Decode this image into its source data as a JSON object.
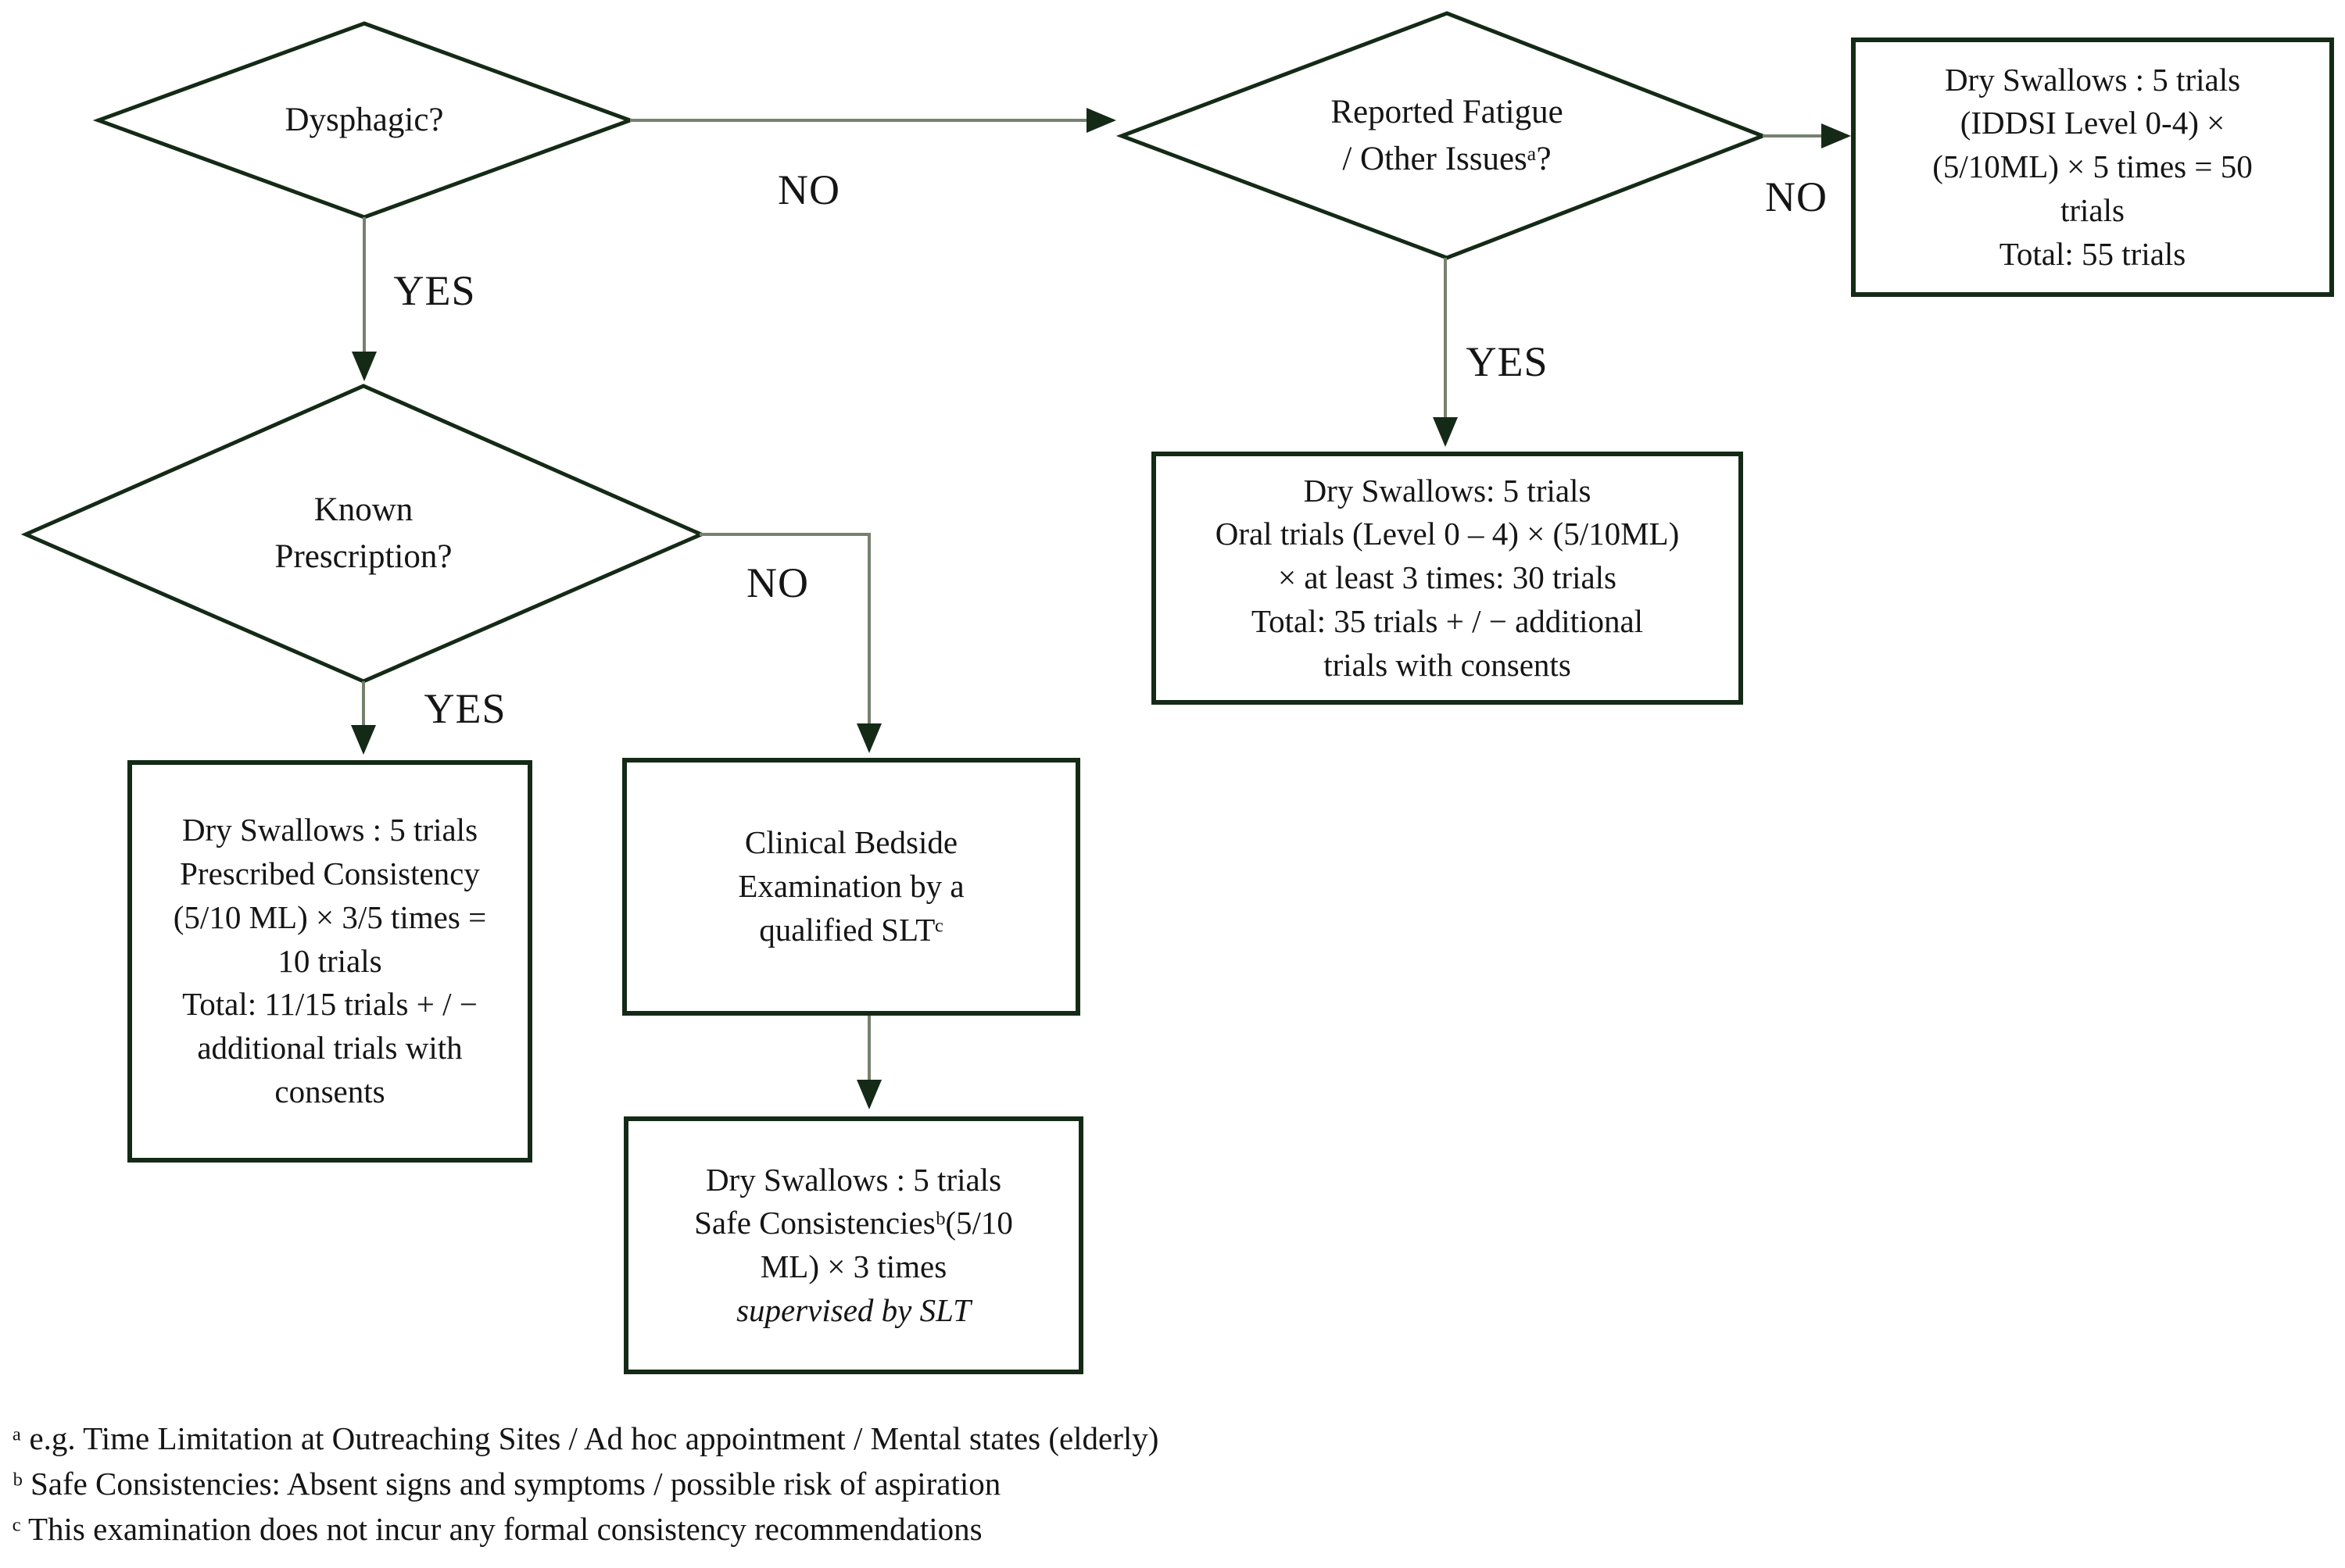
{
  "colors": {
    "border": "#142a16",
    "connector": "#75816f",
    "text": "#151515"
  },
  "flowchart": {
    "decisions": {
      "dysphagic": {
        "label": "Dysphagic?"
      },
      "known_prescription": {
        "label": "Known\nPrescription?"
      },
      "reported_fatigue": {
        "label": "Reported Fatigue\n/ Other Issuesᵃ?"
      }
    },
    "edge_labels": {
      "dysphagic_yes": "YES",
      "dysphagic_no": "NO",
      "fatigue_yes": "YES",
      "fatigue_no": "NO",
      "prescription_yes": "YES",
      "prescription_no": "NO"
    },
    "boxes": {
      "iddsi_full": {
        "lines": [
          "Dry Swallows : 5 trials",
          "(IDDSI Level 0-4) ×",
          "(5/10ML) × 5 times = 50",
          "trials",
          "Total: 55 trials"
        ]
      },
      "fatigue_reduced": {
        "lines": [
          "Dry Swallows: 5 trials",
          "Oral trials (Level 0 – 4) × (5/10ML)",
          "× at least 3 times: 30 trials",
          "Total: 35 trials + / −  additional",
          "trials with consents"
        ]
      },
      "prescribed": {
        "lines": [
          "Dry Swallows : 5 trials",
          "Prescribed Consistency",
          "(5/10 ML) × 3/5 times =",
          "10 trials",
          "Total: 11/15 trials + / −",
          "additional trials with",
          "consents"
        ]
      },
      "bedside_exam": {
        "lines": [
          "Clinical Bedside",
          "Examination by a",
          "qualified SLTᶜ"
        ]
      },
      "safe_consistencies": {
        "lines": [
          "Dry Swallows : 5 trials",
          "Safe Consistenciesᵇ(5/10",
          "ML) × 3 times"
        ],
        "italic_line": "supervised by SLT"
      }
    },
    "footnotes": {
      "lines": [
        "ᵃ e.g. Time Limitation at Outreaching Sites / Ad hoc appointment  / Mental states (elderly)",
        "ᵇ Safe Consistencies: Absent signs and symptoms / possible risk of aspiration",
        "ᶜ This examination does not incur any formal consistency recommendations"
      ]
    }
  }
}
